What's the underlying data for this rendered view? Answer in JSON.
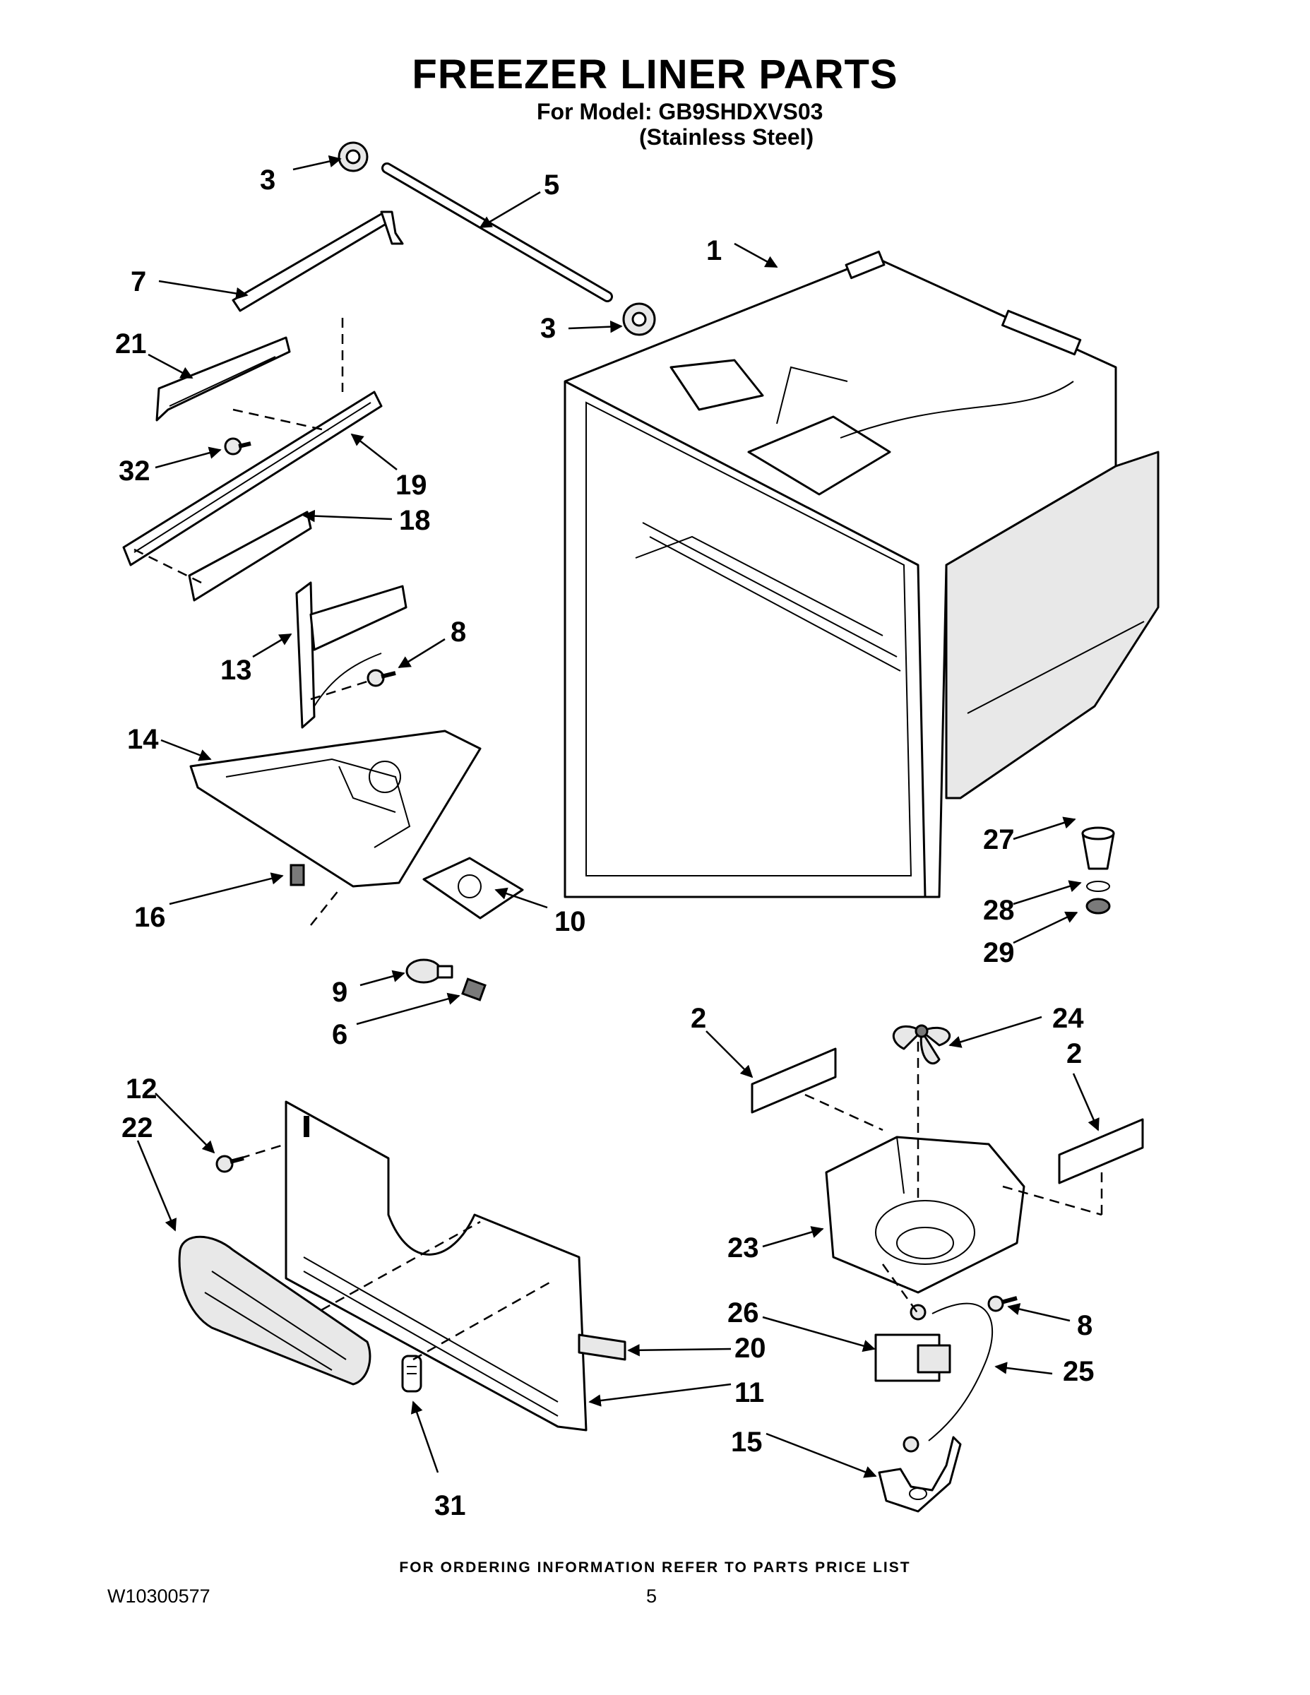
{
  "header": {
    "title": "FREEZER LINER PARTS",
    "model_line": "For Model: GB9SHDXVS03",
    "variant_line": "(Stainless Steel)"
  },
  "footer": {
    "ordering_note": "FOR ORDERING INFORMATION REFER TO PARTS PRICE LIST",
    "document_number": "W10300577",
    "page_number": "5"
  },
  "callouts": {
    "c1": "1",
    "c2a": "2",
    "c2b": "2",
    "c3a": "3",
    "c3b": "3",
    "c5": "5",
    "c6": "6",
    "c7": "7",
    "c8a": "8",
    "c8b": "8",
    "c9": "9",
    "c10": "10",
    "c11": "11",
    "c12": "12",
    "c13": "13",
    "c14": "14",
    "c15": "15",
    "c16": "16",
    "c18": "18",
    "c19": "19",
    "c20": "20",
    "c21": "21",
    "c22": "22",
    "c23": "23",
    "c24": "24",
    "c25": "25",
    "c26": "26",
    "c27": "27",
    "c28": "28",
    "c29": "29",
    "c31": "31",
    "c32": "32"
  }
}
